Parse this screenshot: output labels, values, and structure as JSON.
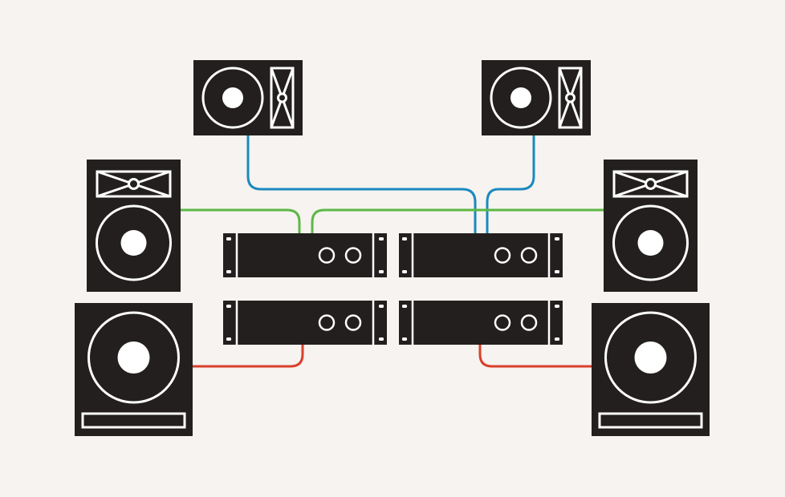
{
  "diagram": {
    "subject": "sound-system-wiring",
    "colors": {
      "background": "#f6f3f0",
      "device": "#231f1e",
      "outline": "#ffffff",
      "cable_monitor": "#1c89bf",
      "cable_main": "#5cb845",
      "cable_sub": "#d9402a"
    },
    "amplifiers": [
      {
        "id": "amp-top-left",
        "channels": 2
      },
      {
        "id": "amp-top-right",
        "channels": 2
      },
      {
        "id": "amp-bottom-left",
        "channels": 2
      },
      {
        "id": "amp-bottom-right",
        "channels": 2
      }
    ],
    "speakers": [
      {
        "id": "monitor-left",
        "kind": "stage-monitor",
        "icon": "monitor-speaker-icon"
      },
      {
        "id": "monitor-right",
        "kind": "stage-monitor",
        "icon": "monitor-speaker-icon"
      },
      {
        "id": "main-left",
        "kind": "full-range-speaker",
        "icon": "full-range-speaker-icon"
      },
      {
        "id": "main-right",
        "kind": "full-range-speaker",
        "icon": "full-range-speaker-icon"
      },
      {
        "id": "sub-left",
        "kind": "subwoofer",
        "icon": "subwoofer-icon"
      },
      {
        "id": "sub-right",
        "kind": "subwoofer",
        "icon": "subwoofer-icon"
      }
    ],
    "connections": [
      {
        "from": "monitor-left",
        "to": "amp-top-right",
        "cable": "cable_monitor"
      },
      {
        "from": "monitor-right",
        "to": "amp-top-right",
        "cable": "cable_monitor"
      },
      {
        "from": "main-left",
        "to": "amp-top-left",
        "cable": "cable_main"
      },
      {
        "from": "main-right",
        "to": "amp-top-left",
        "cable": "cable_main"
      },
      {
        "from": "sub-left",
        "to": "amp-bottom-left",
        "cable": "cable_sub"
      },
      {
        "from": "sub-right",
        "to": "amp-bottom-right",
        "cable": "cable_sub"
      }
    ]
  }
}
